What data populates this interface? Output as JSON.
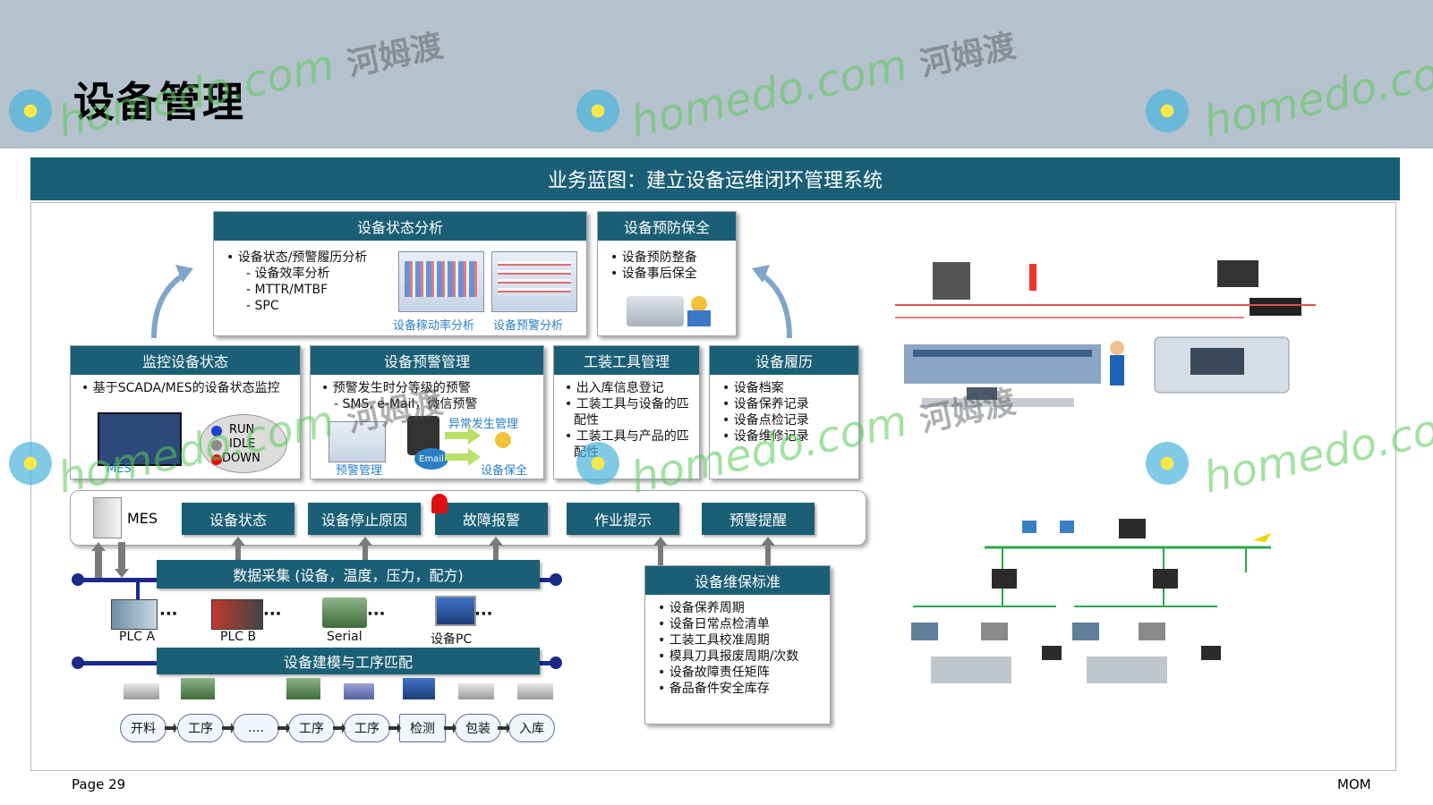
{
  "page": {
    "title": "设备管理",
    "banner": "业务蓝图：建立设备运维闭环管理系统",
    "page_no": "Page 29",
    "footer_right": "MOM"
  },
  "watermark": {
    "text": "homedo.com",
    "cn": "河姆渡"
  },
  "status_analysis": {
    "title": "设备状态分析",
    "items": [
      "设备状态/预警履历分析"
    ],
    "subs": [
      "- 设备效率分析",
      "- MTTR/MTBF",
      "- SPC"
    ],
    "cap1": "设备稼动率分析",
    "cap2": "设备预警分析"
  },
  "preventive": {
    "title": "设备预防保全",
    "items": [
      "设备预防整备",
      "设备事后保全"
    ]
  },
  "monitor": {
    "title": "监控设备状态",
    "items": [
      "基于SCADA/MES的设备状态监控"
    ],
    "legend": [
      "RUN",
      "IDLE",
      "DOWN"
    ],
    "mes": "MES"
  },
  "warning": {
    "title": "设备预警管理",
    "items": [
      "预警发生时分等级的预警"
    ],
    "subs": [
      "- SMS, e-Mail，微信预警"
    ],
    "cap_abn": "异常发生管理",
    "cap_warn": "预警管理",
    "cap_maint": "设备保全",
    "email": "Email"
  },
  "tools": {
    "title": "工装工具管理",
    "items": [
      "出入库信息登记",
      "工装工具与设备的匹配性",
      "工装工具与产品的匹配性"
    ]
  },
  "history": {
    "title": "设备履历",
    "items": [
      "设备档案",
      "设备保养记录",
      "设备点检记录",
      "设备维修记录"
    ]
  },
  "mes_bar": {
    "label": "MES",
    "modules": [
      "设备状态",
      "设备停止原因",
      "故障报警",
      "作业提示",
      "预警提醒"
    ]
  },
  "data_collect": {
    "label": "数据采集 (设备，温度，压力，配方)"
  },
  "devices": [
    "PLC A",
    "PLC B",
    "Serial",
    "设备PC"
  ],
  "modeling": {
    "label": "设备建模与工序匹配"
  },
  "process": [
    "开料",
    "工序",
    "....",
    "工序",
    "工序",
    "检测",
    "包装",
    "入库"
  ],
  "standard": {
    "title": "设备维保标准",
    "items": [
      "设备保养周期",
      "设备日常点检清单",
      "工装工具校准周期",
      "模具刀具报废周期/次数",
      "设备故障责任矩阵",
      "备品备件安全库存"
    ]
  },
  "colors": {
    "header_bg": "#b5c2cd",
    "accent": "#1b5f76",
    "bus": "#1b2a8a",
    "run": "#1f3fd0",
    "idle": "#8a8a8a",
    "down": "#e01010"
  }
}
